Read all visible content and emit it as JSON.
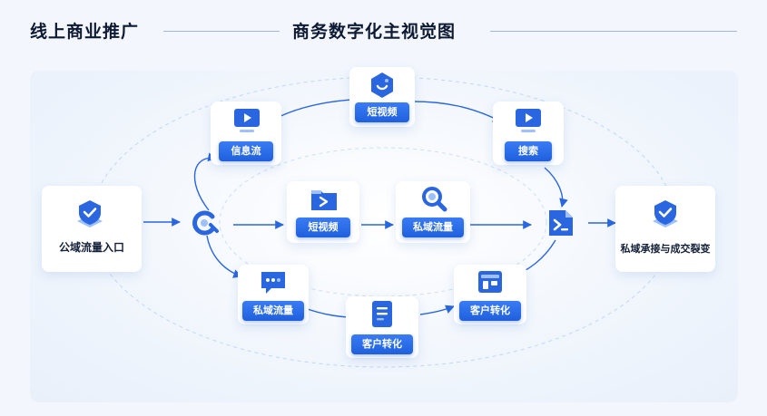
{
  "header": {
    "title_left": "线上商业推广",
    "title_right": "商务数字化主视觉图"
  },
  "nodes": {
    "entry": "公域流量入口",
    "top_center": "短视频",
    "info_feed": "信息流",
    "search": "搜索",
    "mid_short_video": "短视频",
    "mid_private_traffic": "私域流量",
    "bottom_private_traffic": "私域流量",
    "bottom_conversion": "客户转化",
    "right_conversion": "客户转化",
    "exit": "私域承接与成交裂变"
  },
  "icons": {
    "entry": "shield-check-icon",
    "top_center": "hexagon-smile-icon",
    "info_feed": "video-monitor-icon",
    "search": "video-monitor-icon",
    "hub": "c-loop-icon",
    "mid_short_video": "folder-play-icon",
    "mid_private_traffic": "magnifier-icon",
    "gateway": "terminal-doc-icon",
    "bottom_private_traffic": "chat-bubble-icon",
    "bottom_conversion": "document-icon",
    "right_conversion": "storefront-icon",
    "exit": "shield-check-icon"
  },
  "colors": {
    "primary": "#1f5fdc",
    "light": "#9ec0ff",
    "title": "#0e1a33"
  }
}
